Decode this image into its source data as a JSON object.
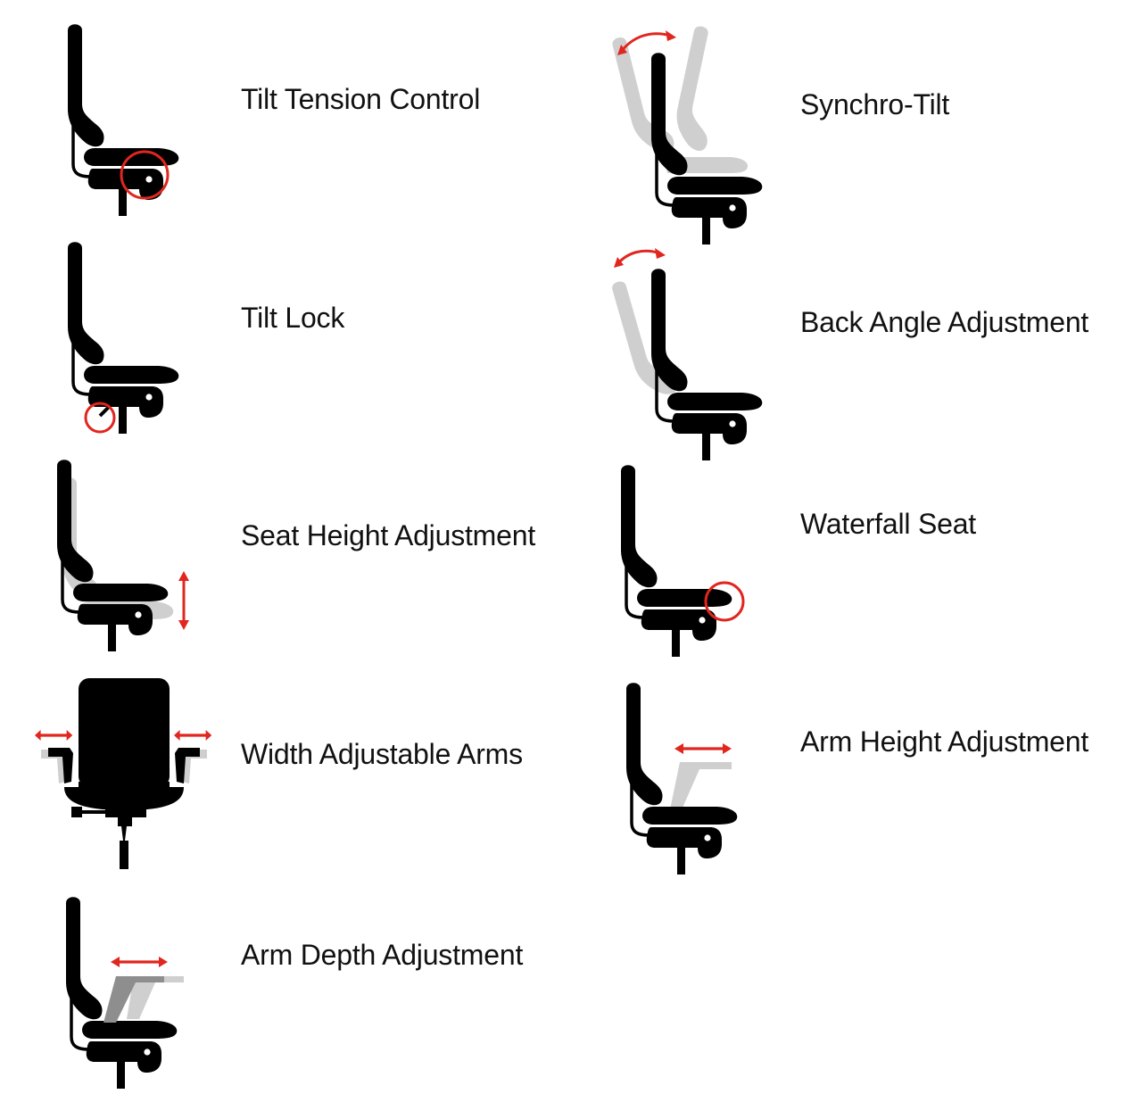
{
  "colors": {
    "ink": "#000000",
    "accent": "#e0261f",
    "ghost": "#cfcfcf",
    "ghost_dark": "#8e8e8e"
  },
  "features": [
    {
      "id": "tilt-tension-control",
      "label": "Tilt Tension Control",
      "icon": "tilt-tension-control-icon"
    },
    {
      "id": "synchro-tilt",
      "label": "Synchro-Tilt",
      "icon": "synchro-tilt-icon"
    },
    {
      "id": "tilt-lock",
      "label": "Tilt Lock",
      "icon": "tilt-lock-icon"
    },
    {
      "id": "back-angle-adjustment",
      "label": "Back Angle Adjustment",
      "icon": "back-angle-adjustment-icon"
    },
    {
      "id": "seat-height-adjustment",
      "label": "Seat Height Adjustment",
      "icon": "seat-height-adjustment-icon"
    },
    {
      "id": "waterfall-seat",
      "label": "Waterfall Seat",
      "icon": "waterfall-seat-icon"
    },
    {
      "id": "width-adjustable-arms",
      "label": "Width Adjustable Arms",
      "icon": "width-adjustable-arms-icon"
    },
    {
      "id": "arm-height-adjustment",
      "label": "Arm Height Adjustment",
      "icon": "arm-height-adjustment-icon"
    },
    {
      "id": "arm-depth-adjustment",
      "label": "Arm Depth Adjustment",
      "icon": "arm-depth-adjustment-icon"
    }
  ]
}
